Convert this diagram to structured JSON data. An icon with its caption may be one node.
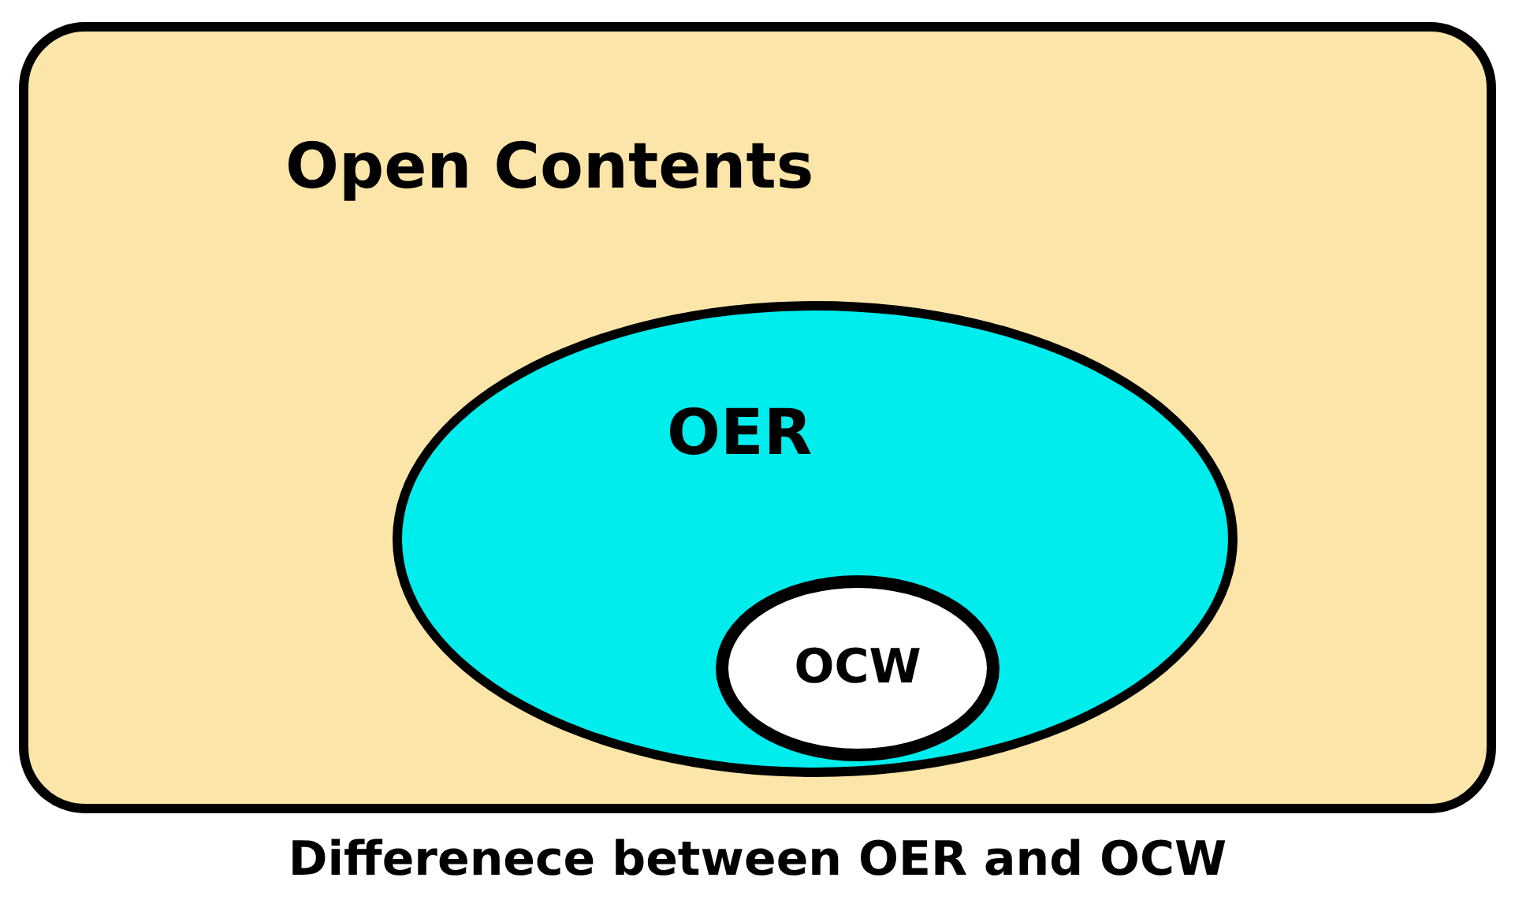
{
  "diagram": {
    "caption": "Differenece between OER and OCW",
    "nodes": [
      {
        "text": [
          "Open Contents"
        ]
      },
      {
        "text": [
          "OER"
        ],
        "in": 0
      },
      {
        "text": [
          "OCW"
        ],
        "in": 1
      }
    ],
    "edges": []
  }
}
